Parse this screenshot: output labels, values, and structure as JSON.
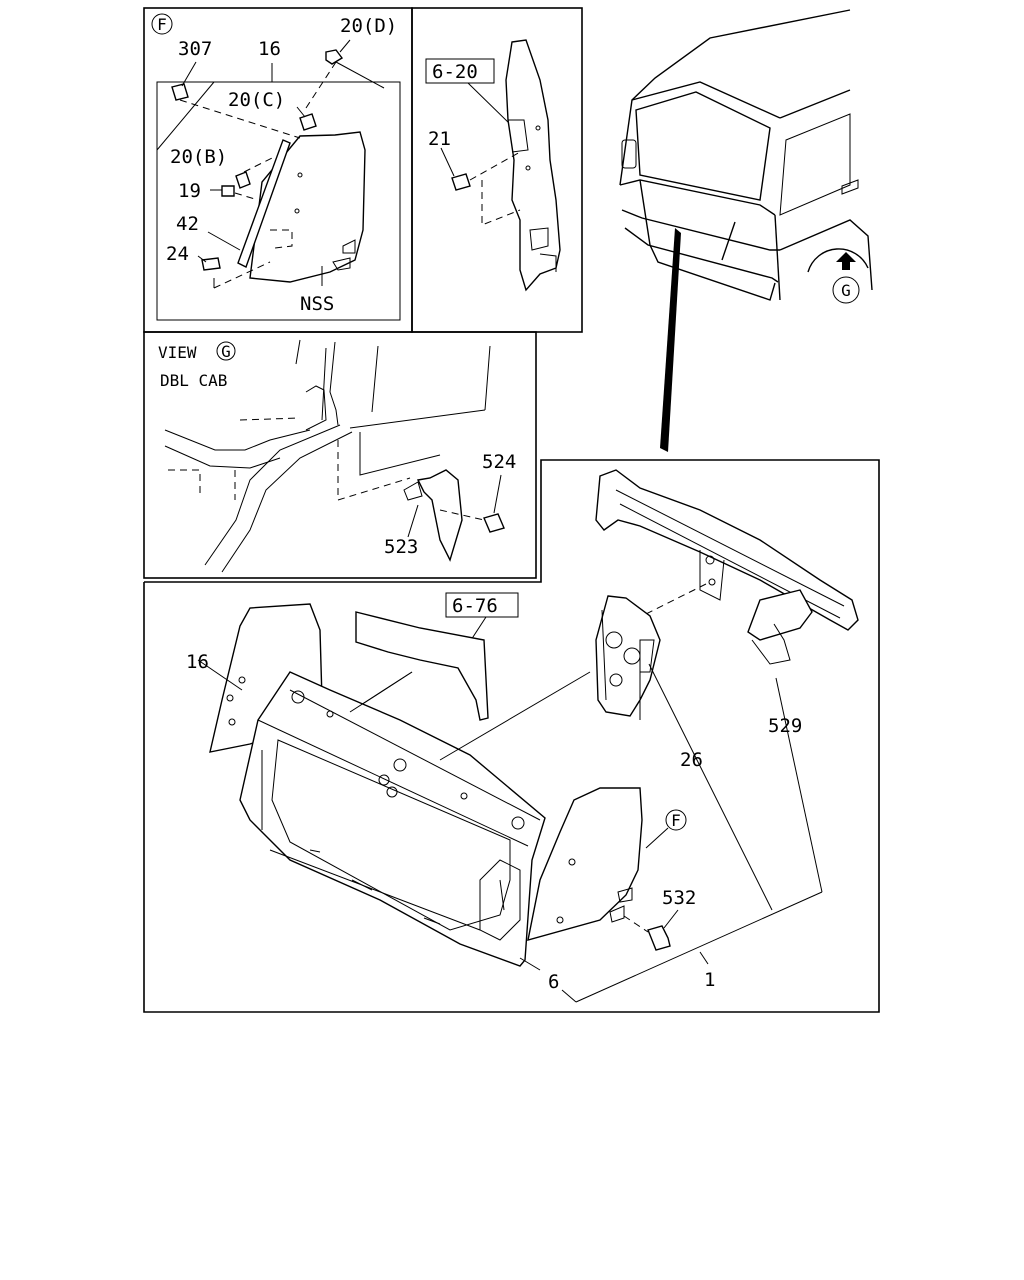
{
  "callouts": {
    "f_circle": "F",
    "g_circle": "G",
    "view": "VIEW",
    "dbl_cab": "DBL CAB",
    "nss": "NSS"
  },
  "refs": {
    "ref_6_20": "6-20",
    "ref_6_76": "6-76"
  },
  "parts": {
    "p307": "307",
    "p16_top": "16",
    "p20d": "20(D)",
    "p20c": "20(C)",
    "p20b": "20(B)",
    "p19": "19",
    "p42": "42",
    "p24": "24",
    "p21": "21",
    "p524": "524",
    "p523": "523",
    "p16_main": "16",
    "p529": "529",
    "p26": "26",
    "p532": "532",
    "p6": "6",
    "p1": "1"
  }
}
